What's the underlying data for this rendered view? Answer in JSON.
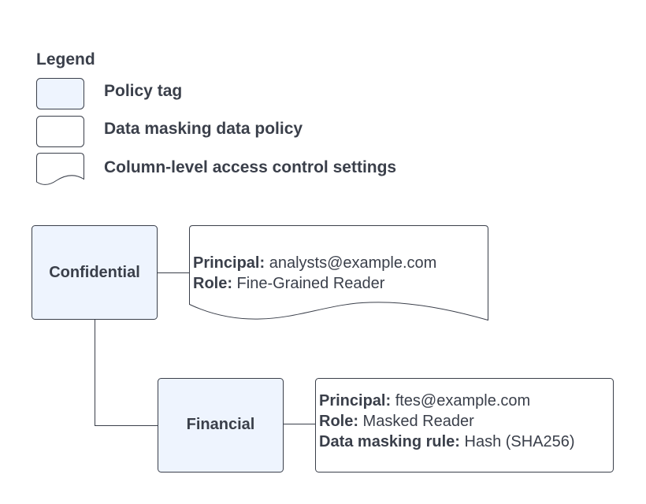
{
  "legend": {
    "title": "Legend",
    "items": [
      {
        "label": "Policy tag",
        "shape": "policy-tag"
      },
      {
        "label": "Data masking data policy",
        "shape": "data-masking-policy"
      },
      {
        "label": "Column-level access control settings",
        "shape": "access-control-settings"
      }
    ]
  },
  "nodes": {
    "confidential": {
      "label": "Confidential",
      "type": "policy-tag"
    },
    "financial": {
      "label": "Financial",
      "type": "policy-tag"
    }
  },
  "notes": {
    "confidential": {
      "type": "access-control-settings",
      "lines": [
        {
          "key": "Principal:",
          "value": " analysts@example.com"
        },
        {
          "key": "Role:",
          "value": " Fine-Grained Reader"
        }
      ]
    },
    "financial": {
      "type": "data-masking-policy",
      "lines": [
        {
          "key": "Principal:",
          "value": " ftes@example.com"
        },
        {
          "key": "Role:",
          "value": " Masked Reader"
        },
        {
          "key": "Data masking rule:",
          "value": " Hash (SHA256)"
        }
      ]
    }
  },
  "edges": [
    {
      "from": "confidential",
      "to": "confidential-note"
    },
    {
      "from": "confidential",
      "to": "financial"
    },
    {
      "from": "financial",
      "to": "financial-note"
    }
  ],
  "colors": {
    "policy_tag_fill": "#eef4fe",
    "stroke": "#3a3f4a",
    "text": "#3a3f4a",
    "background": "#ffffff"
  }
}
